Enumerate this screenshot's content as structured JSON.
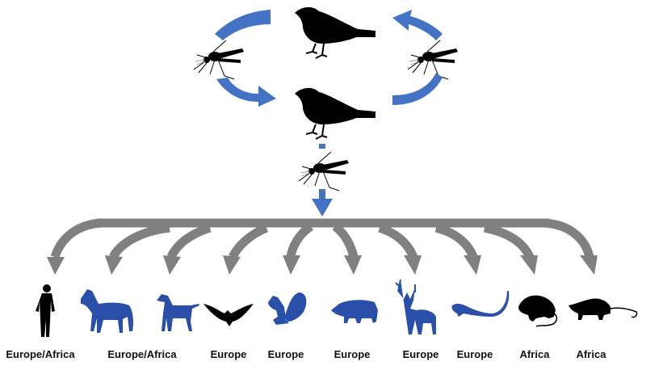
{
  "title": "Transmission cycle diagram: bird–mosquito enzootic cycle with spillover to other hosts",
  "colors": {
    "cycle_arrow": "#4472C4",
    "spillover_arrow": "#808080",
    "blue_host": "#2A4FA8",
    "black_host": "#000000"
  },
  "cycle": {
    "nodes": [
      {
        "name": "bird-top",
        "icon": "bird-icon"
      },
      {
        "name": "mosquito-left",
        "icon": "mosquito-icon"
      },
      {
        "name": "bird-bottom",
        "icon": "bird-icon"
      },
      {
        "name": "mosquito-right",
        "icon": "mosquito-icon"
      }
    ],
    "bridge_vector": {
      "icon": "mosquito-icon"
    }
  },
  "hosts": [
    {
      "name": "human",
      "icon": "human-icon",
      "color": "#000000",
      "label": "Europe/Africa"
    },
    {
      "name": "horse",
      "icon": "horse-icon",
      "color": "#2A4FA8",
      "label": "Europe/Africa"
    },
    {
      "name": "dog",
      "icon": "dog-icon",
      "color": "#2A4FA8",
      "label": "Europe"
    },
    {
      "name": "bat",
      "icon": "bat-icon",
      "color": "#000000",
      "label": "Europe"
    },
    {
      "name": "squirrel",
      "icon": "squirrel-icon",
      "color": "#2A4FA8",
      "label": "Europe"
    },
    {
      "name": "wild-boar",
      "icon": "boar-icon",
      "color": "#2A4FA8",
      "label": "Europe"
    },
    {
      "name": "deer",
      "icon": "deer-icon",
      "color": "#2A4FA8",
      "label": "Europe"
    },
    {
      "name": "lizard",
      "icon": "lizard-icon",
      "color": "#2A4FA8",
      "label": "Europe"
    },
    {
      "name": "rat",
      "icon": "rat-icon",
      "color": "#000000",
      "label": "Africa"
    },
    {
      "name": "shrew",
      "icon": "shrew-icon",
      "color": "#000000",
      "label": "Africa"
    }
  ]
}
